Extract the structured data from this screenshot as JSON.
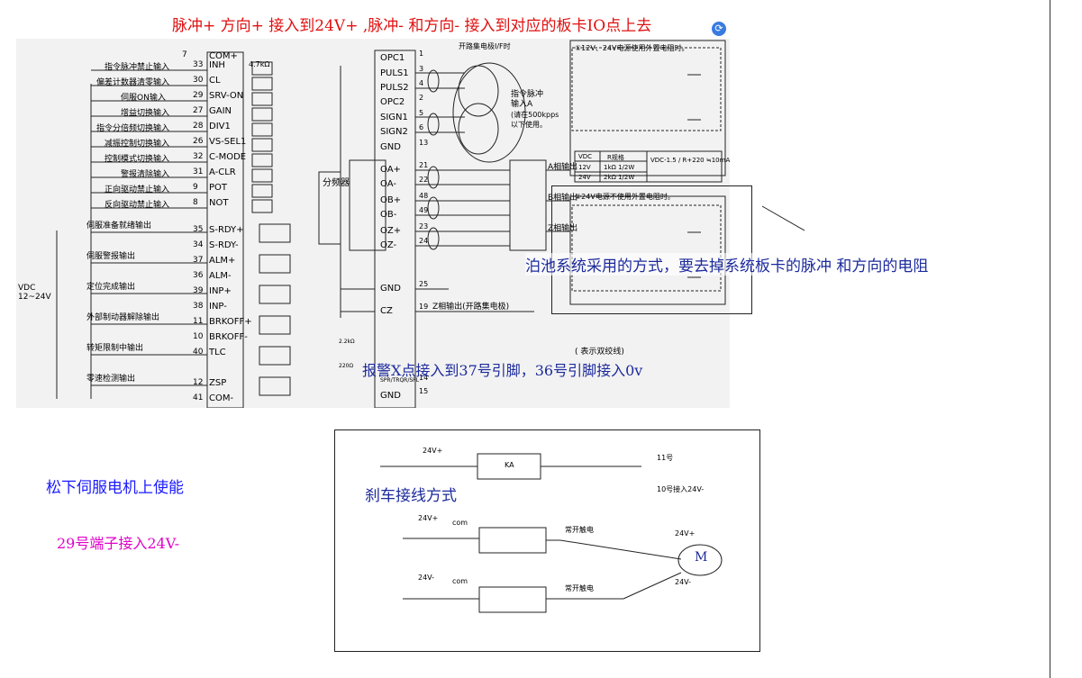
{
  "annotations": {
    "top_note": "脉冲+ 方向+ 接入到24V+   ,脉冲- 和方向- 接入到对应的板卡IO点上去",
    "bochi_note": "泊池系统采用的方式，要去掉系统板卡的脉冲 和方向的电阻",
    "alarm_note": "报警X点接入到37号引脚，36号引脚接入0v",
    "enable_title": "松下伺服电机上使能",
    "enable_note": "29号端子接入24V-",
    "brake_title": "刹车接线方式"
  },
  "diagram": {
    "title_top": "开路集电极I/F时",
    "resistor_label": "4.7kΩ",
    "vdc_label": "VDC",
    "vdc_range": "12~24V",
    "input_signals": [
      {
        "label": "指令脉冲禁止输入",
        "pin": "33",
        "name": "INH"
      },
      {
        "label": "偏差计数器清零输入",
        "pin": "30",
        "name": "CL"
      },
      {
        "label": "伺服ON输入",
        "pin": "29",
        "name": "SRV-ON"
      },
      {
        "label": "增益切换输入",
        "pin": "27",
        "name": "GAIN"
      },
      {
        "label": "指令分倍频切换输入",
        "pin": "28",
        "name": "DIV1"
      },
      {
        "label": "减振控制切换输入",
        "pin": "26",
        "name": "VS-SEL1"
      },
      {
        "label": "控制模式切换输入",
        "pin": "32",
        "name": "C-MODE"
      },
      {
        "label": "警报清除输入",
        "pin": "31",
        "name": "A-CLR"
      },
      {
        "label": "正向驱动禁止输入",
        "pin": "9",
        "name": "POT"
      },
      {
        "label": "反向驱动禁止输入",
        "pin": "8",
        "name": "NOT"
      }
    ],
    "com_plus": {
      "pin": "7",
      "name": "COM+"
    },
    "output_signals": [
      {
        "label": "伺服准备就绪输出",
        "pins": [
          "35",
          "34"
        ],
        "names": [
          "S-RDY+",
          "S-RDY-"
        ]
      },
      {
        "label": "伺服警报输出",
        "pins": [
          "37",
          "36"
        ],
        "names": [
          "ALM+",
          "ALM-"
        ]
      },
      {
        "label": "定位完成输出",
        "pins": [
          "39",
          "38"
        ],
        "names": [
          "INP+",
          "INP-"
        ]
      },
      {
        "label": "外部制动器解除输出",
        "pins": [
          "11",
          "10"
        ],
        "names": [
          "BRKOFF+",
          "BRKOFF-"
        ]
      },
      {
        "label": "转矩限制中输出",
        "pins": [
          "40"
        ],
        "names": [
          "TLC"
        ]
      },
      {
        "label": "零速检测输出",
        "pins": [
          "12",
          "41"
        ],
        "names": [
          "ZSP",
          "COM-"
        ]
      }
    ],
    "pulse_pins": [
      {
        "name": "OPC1",
        "pin": "1"
      },
      {
        "name": "PULS1",
        "pin": "3"
      },
      {
        "name": "PULS2",
        "pin": "4"
      },
      {
        "name": "OPC2",
        "pin": "2"
      },
      {
        "name": "SIGN1",
        "pin": "5"
      },
      {
        "name": "SIGN2",
        "pin": "6"
      },
      {
        "name": "GND",
        "pin": "13"
      },
      {
        "name": "OA+",
        "pin": "21"
      },
      {
        "name": "OA-",
        "pin": "22"
      },
      {
        "name": "OB+",
        "pin": "48"
      },
      {
        "name": "OB-",
        "pin": "49"
      },
      {
        "name": "OZ+",
        "pin": "23"
      },
      {
        "name": "OZ-",
        "pin": "24"
      },
      {
        "name": "GND",
        "pin": "25"
      },
      {
        "name": "CZ",
        "pin": "19"
      },
      {
        "name": "SPR/TRQR/SPL",
        "pin": "14"
      },
      {
        "name": "GND",
        "pin": "15"
      }
    ],
    "divider_label": "分频器",
    "cmd_pulse_label": [
      "指令脉冲",
      "输入A",
      "(请在500kpps",
      "以下使用。"
    ],
    "encoder_outputs": [
      "A相输出",
      "B相输出",
      "Z相输出"
    ],
    "z_output_label": "Z相输出(开路集电极)",
    "twisted_pair_note": "( 表示双绞线)",
    "res_values": [
      "2.2kΩ",
      "220Ω"
    ],
    "inset1_title": "①12V、24V电源使用外置电阻时。",
    "inset_table": {
      "headers": [
        "VDC",
        "R规格",
        "VDC-1.5 / R+220 ≒10mA"
      ],
      "rows": [
        [
          "12V",
          "1kΩ 1/2W"
        ],
        [
          "24V",
          "2kΩ 1/2W"
        ]
      ]
    },
    "inset2_title": "②24V电源不使用外置电阻时。"
  },
  "brake": {
    "v24_plus_1": "24V+",
    "ka_label": "KA",
    "pin11": "11号",
    "pin10_note": "10号接入24V-",
    "v24_plus_2": "24V+",
    "com1": "com",
    "nc1": "常开触电",
    "v24_plus_motor": "24V+",
    "motor_label": "M",
    "v24_minus_1": "24V-",
    "com2": "com",
    "nc2": "常开触电",
    "v24_minus_motor": "24V-"
  }
}
